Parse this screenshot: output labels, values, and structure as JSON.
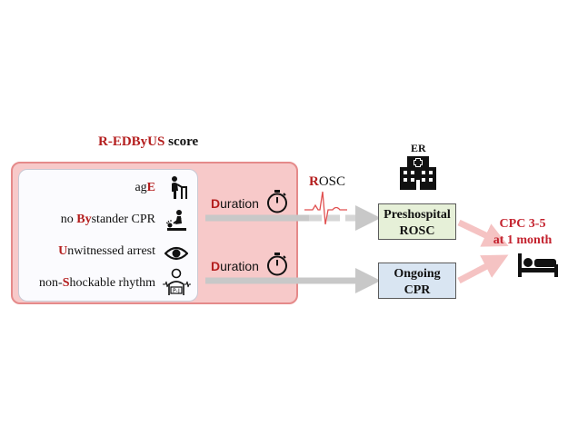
{
  "title": {
    "prefix": "R-EDByUS",
    "suffix": " score"
  },
  "factors": [
    {
      "pre": "ag",
      "key": "E",
      "post": "",
      "icon": "elderly-walker-icon"
    },
    {
      "pre": "no ",
      "key": "By",
      "post": "stander CPR",
      "icon": "cpr-person-icon"
    },
    {
      "pre": "",
      "key": "U",
      "post": "nwitnessed arrest",
      "icon": "eye-icon"
    },
    {
      "pre": "non-",
      "key": "S",
      "post": "hockable rhythm",
      "icon": "patient-rhythm-icon"
    }
  ],
  "duration_labels": [
    {
      "key": "D",
      "rest": "uration"
    },
    {
      "key": "D",
      "rest": "uration"
    }
  ],
  "rosc": {
    "key": "R",
    "rest": "OSC"
  },
  "er": {
    "label": "ER",
    "icon": "hospital-icon"
  },
  "boxes": {
    "preshospital": {
      "line1": "Preshospital",
      "line2": "ROSC",
      "fill": "#e6f0d8"
    },
    "ongoing": {
      "line1": "Ongoing",
      "line2": "CPR",
      "fill": "#d9e5f2"
    }
  },
  "outcome": {
    "line1": "CPC 3-5",
    "line2": "at 1 month",
    "icon": "hospital-bed-icon"
  },
  "colors": {
    "accent_red": "#b41e1e",
    "score_bg": "#f7c9c9",
    "arrow_gray": "#c8c8c8",
    "arrow_pink": "#f5c3c3"
  }
}
